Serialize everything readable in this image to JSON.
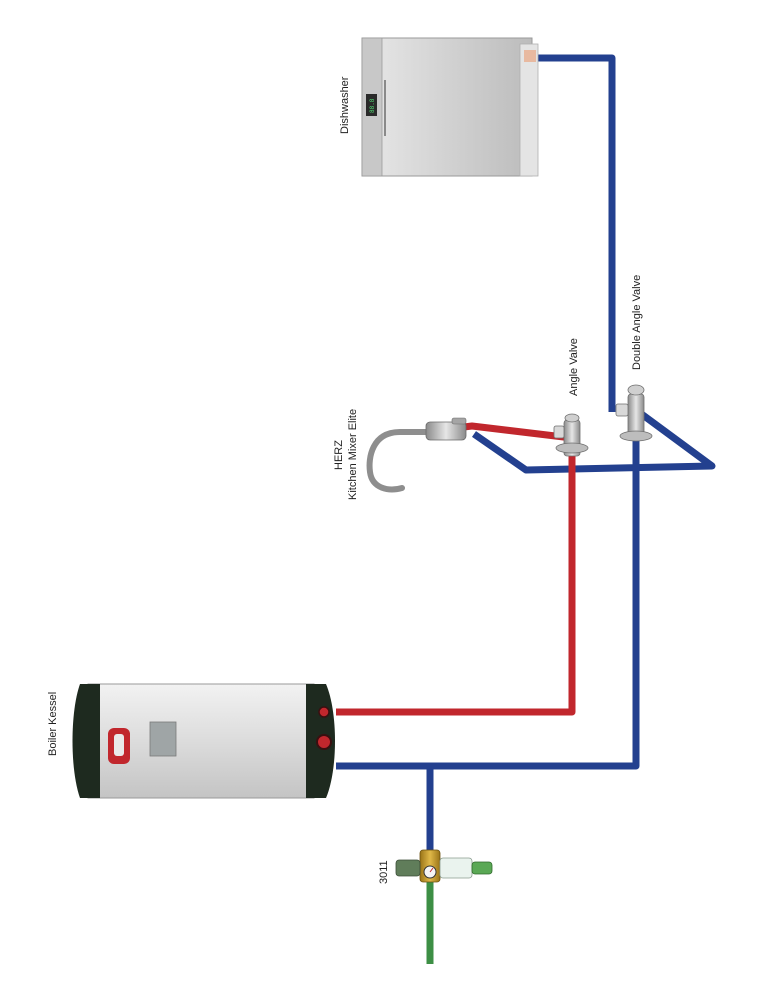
{
  "labels": {
    "dishwasher": "Dishwasher",
    "double_angle_valve": "Double Angle Valve",
    "angle_valve": "Angle Valve",
    "mixer_brand": "HERZ",
    "mixer_name": "Kitchen Mixer Elite",
    "boiler": "Boiler Kessel",
    "filter_code": "3011",
    "dishwasher_display": "88.8"
  },
  "colors": {
    "cold_pipe": "#23408f",
    "hot_pipe": "#c1272d",
    "supply_pipe": "#3d8f45",
    "appliance_body": "#d9d9d9",
    "boiler_cap": "#1e2a1f"
  }
}
